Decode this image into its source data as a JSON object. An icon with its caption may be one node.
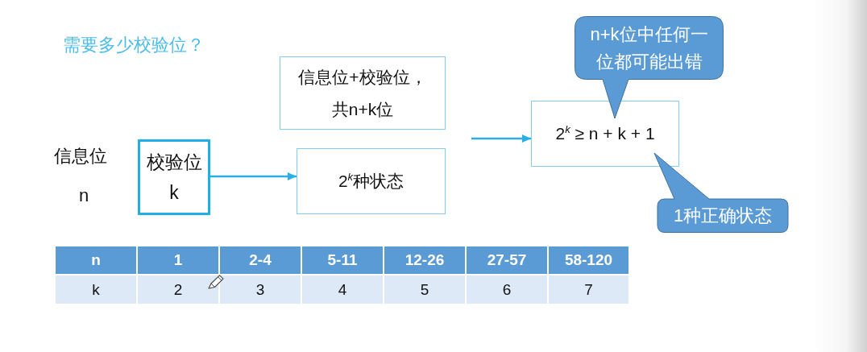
{
  "diagram": {
    "title": "需要多少校验位？",
    "nodes": [
      {
        "text": [
          "校验位",
          "k"
        ]
      },
      {
        "text": [
          "信息位+校验位，共n+k位"
        ]
      },
      {
        "text": [
          "2$^{k}$种状态"
        ]
      },
      {
        "text": [
          "2$^{k}$ ≥ n + k + 1"
        ]
      },
      {
        "text": [
          "n+k位中任何一位都可能出错"
        ]
      },
      {
        "text": [
          "1种正确状态"
        ]
      }
    ],
    "edges": [
      {
        "from": 0,
        "to": 2,
        "arrow": "to"
      },
      {
        "from": null,
        "to": 3,
        "arrow": "to"
      }
    ],
    "labels": [
      "信息位",
      "n",
      "n",
      "1",
      "2-4",
      "5-11",
      "12-26",
      "27-57",
      "58-120",
      "k",
      "2",
      "3",
      "4",
      "5",
      "6",
      "7"
    ]
  }
}
